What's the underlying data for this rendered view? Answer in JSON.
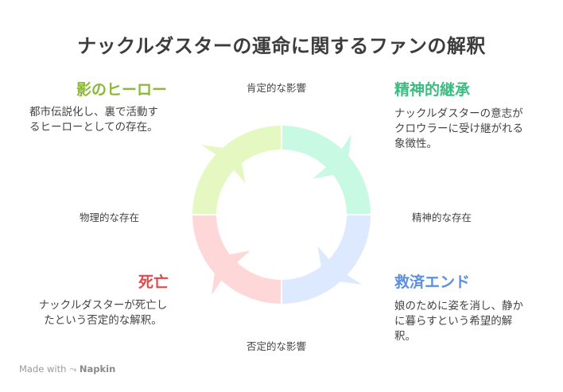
{
  "title": "ナックルダスターの運命に関するファンの解釈",
  "colors": {
    "topleft": "#e6f8c2",
    "topright": "#c8f9e3",
    "bottomright": "#dce9fe",
    "bottomleft": "#fed8d9",
    "heading_green": "#8bb83a",
    "heading_teal": "#3cbc80",
    "heading_blue": "#5b8fe0",
    "heading_red": "#dc4c4c"
  },
  "quadrants": {
    "topleft": {
      "heading": "影のヒーロー",
      "desc_lines": [
        "都市伝説化し、裏で活動す",
        "るヒーローとしての存在。"
      ]
    },
    "topright": {
      "heading": "精神的継承",
      "desc_lines": [
        "ナックルダスターの意志が",
        "クロウラーに受け継がれる",
        "象徴性。"
      ]
    },
    "bottomright": {
      "heading": "救済エンド",
      "desc_lines": [
        "娘のために姿を消し、静か",
        "に暮らすという希望的解",
        "釈。"
      ]
    },
    "bottomleft": {
      "heading": "死亡",
      "desc_lines": [
        "ナックルダスターが死亡し",
        "たという否定的な解釈。"
      ]
    }
  },
  "axes": {
    "top": "肯定的な影響",
    "bottom": "否定的な影響",
    "left": "物理的な存在",
    "right": "精神的な存在"
  },
  "footer": {
    "made_with": "Made with",
    "brand": "Napkin"
  }
}
